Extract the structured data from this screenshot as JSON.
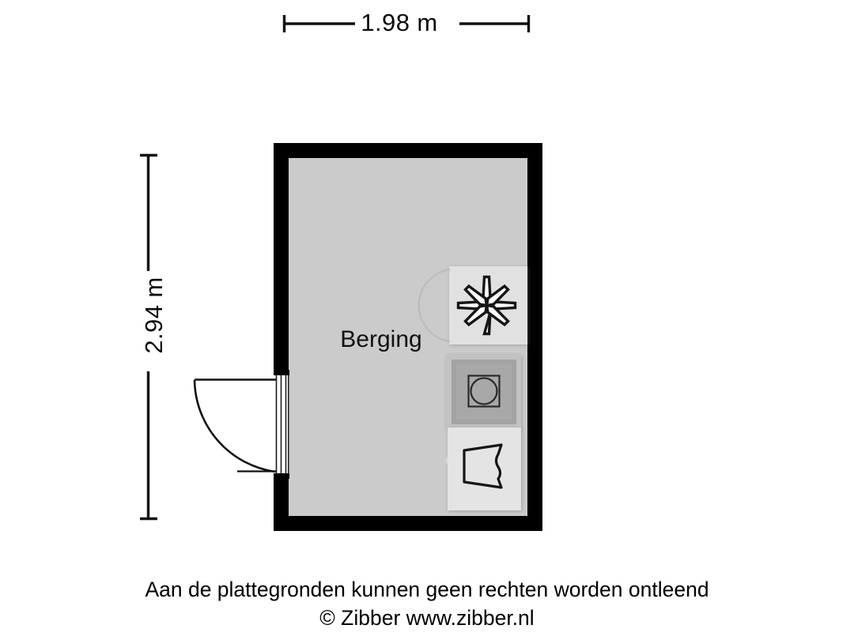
{
  "document": {
    "type": "floor-plan",
    "room_name": "Berging"
  },
  "dimensions": {
    "top": {
      "label": "1.98 m",
      "value": 1.98,
      "unit": "m",
      "orientation": "horizontal"
    },
    "left": {
      "label": "2.94 m",
      "value": 2.94,
      "unit": "m",
      "orientation": "vertical"
    }
  },
  "room": {
    "label": "Berging",
    "fill_color": "#cccccc",
    "wall_color": "#000000"
  },
  "fixtures": [
    {
      "name": "dryer",
      "icon": "asterisk-star-icon",
      "fill_color": "#e0e0e0"
    },
    {
      "name": "washing-machine",
      "icon": "circle-in-square-icon",
      "fill_color": "#a3a3a3"
    },
    {
      "name": "boiler",
      "icon": "boiler-icon",
      "fill_color": "#e4e4e4"
    }
  ],
  "door": {
    "name": "entry-door",
    "swing": "left",
    "wall": "left"
  },
  "footer": {
    "line1": "Aan de plattegronden kunnen geen rechten worden ontleend",
    "line2": "© Zibber www.zibber.nl"
  },
  "colors": {
    "background": "#ffffff",
    "room_fill": "#cccccc",
    "wall": "#000000",
    "fixture_light": "#e0e0e0",
    "fixture_dark": "#a3a3a3",
    "text": "#111111"
  }
}
